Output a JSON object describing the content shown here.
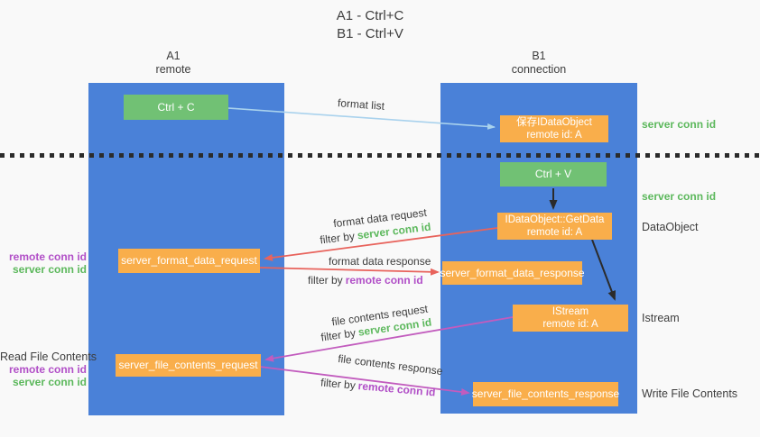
{
  "title": {
    "line1": "A1 - Ctrl+C",
    "line2": "B1 - Ctrl+V"
  },
  "lanes": {
    "left": {
      "header1": "A1",
      "header2": "remote"
    },
    "right": {
      "header1": "B1",
      "header2": "connection"
    }
  },
  "boxes": {
    "ctrl_c": "Ctrl + C",
    "ctrl_v": "Ctrl + V",
    "save_dataobject": {
      "line1": "保存IDataObject",
      "line2": "remote id: A"
    },
    "getdata": {
      "line1": "IDataObject::GetData",
      "line2": "remote id: A"
    },
    "istream": {
      "line1": "IStream",
      "line2": "remote id: A"
    },
    "server_format_data_request": "server_format_data_request",
    "server_format_data_response": "server_format_data_response",
    "server_file_contents_request": "server_file_contents_request",
    "server_file_contents_response": "server_file_contents_response"
  },
  "flow_labels": {
    "format_list": "format list",
    "format_data_request": "format data request",
    "format_data_response": "format data response",
    "file_contents_request": "file contents request",
    "file_contents_response": "file contents response",
    "filter_by": "filter by",
    "server_conn_id": "server conn id",
    "remote_conn_id": "remote conn id"
  },
  "side_labels": {
    "read_file_contents": "Read File Contents",
    "write_file_contents": "Write File Contents",
    "dataobject": "DataObject",
    "istream": "Istream",
    "server_conn_id": "server conn id",
    "remote_conn_id": "remote conn id"
  },
  "colors": {
    "bg": "#f9f9f9",
    "lane_blue": "#4a81d8",
    "box_green": "#71c174",
    "box_orange": "#f9ae4b",
    "arrow_red": "#e8635c",
    "arrow_magenta": "#c25cbe",
    "arrow_lightblue": "#a9d2ed",
    "arrow_black": "#2b2b2b",
    "text_green": "#5cb85c",
    "text_magenta": "#b14fc7",
    "text_dark": "#3d3d3d"
  }
}
